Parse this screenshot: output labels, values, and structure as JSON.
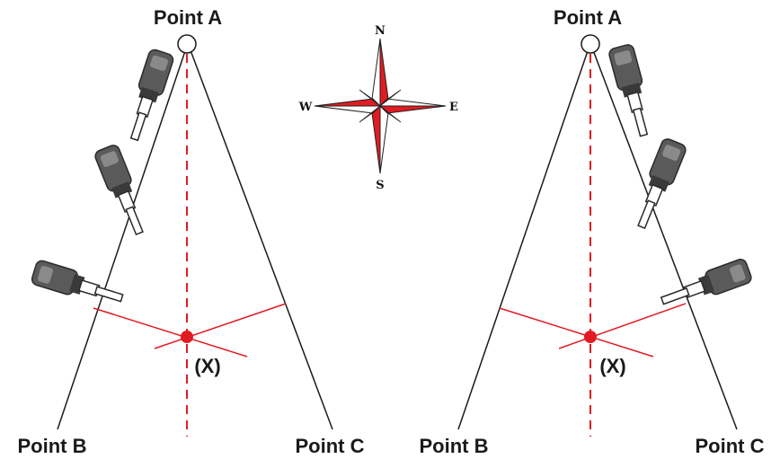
{
  "colors": {
    "line": "#1a1a1a",
    "accent": "#e11b22",
    "remote_body": "#5a5a5a",
    "remote_dark": "#3a3a3a",
    "remote_light": "#ffffff"
  },
  "icons": {
    "compass": "compass-rose-icon",
    "transmitter": "remote-transmitter-icon",
    "target": "target-dot-icon",
    "start": "start-circle-icon"
  },
  "left_diagram": {
    "point_a": "Point A",
    "point_b": "Point B",
    "point_c": "Point C",
    "intersection": "(X)"
  },
  "right_diagram": {
    "point_a": "Point A",
    "point_b": "Point B",
    "point_c": "Point C",
    "intersection": "(X)"
  },
  "compass": {
    "north": "N",
    "south": "S",
    "east": "E",
    "west": "W"
  }
}
